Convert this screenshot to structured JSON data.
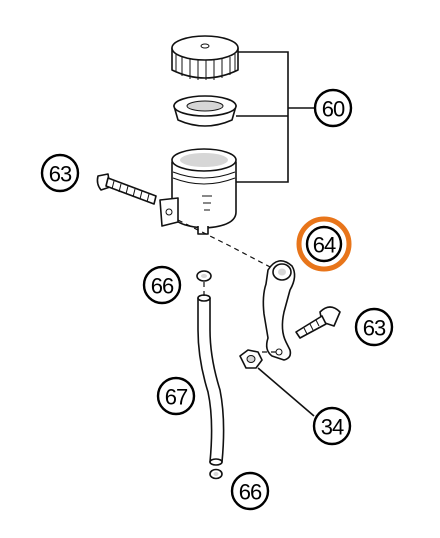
{
  "callouts": {
    "reservoir_assembly": "60",
    "bolt_upper": "63",
    "bracket": "64",
    "bolt_lower": "63",
    "clamp_upper": "66",
    "hose": "67",
    "nut": "34",
    "clamp_lower": "66"
  },
  "highlight": {
    "target": "bracket",
    "color": "#E8751A"
  }
}
